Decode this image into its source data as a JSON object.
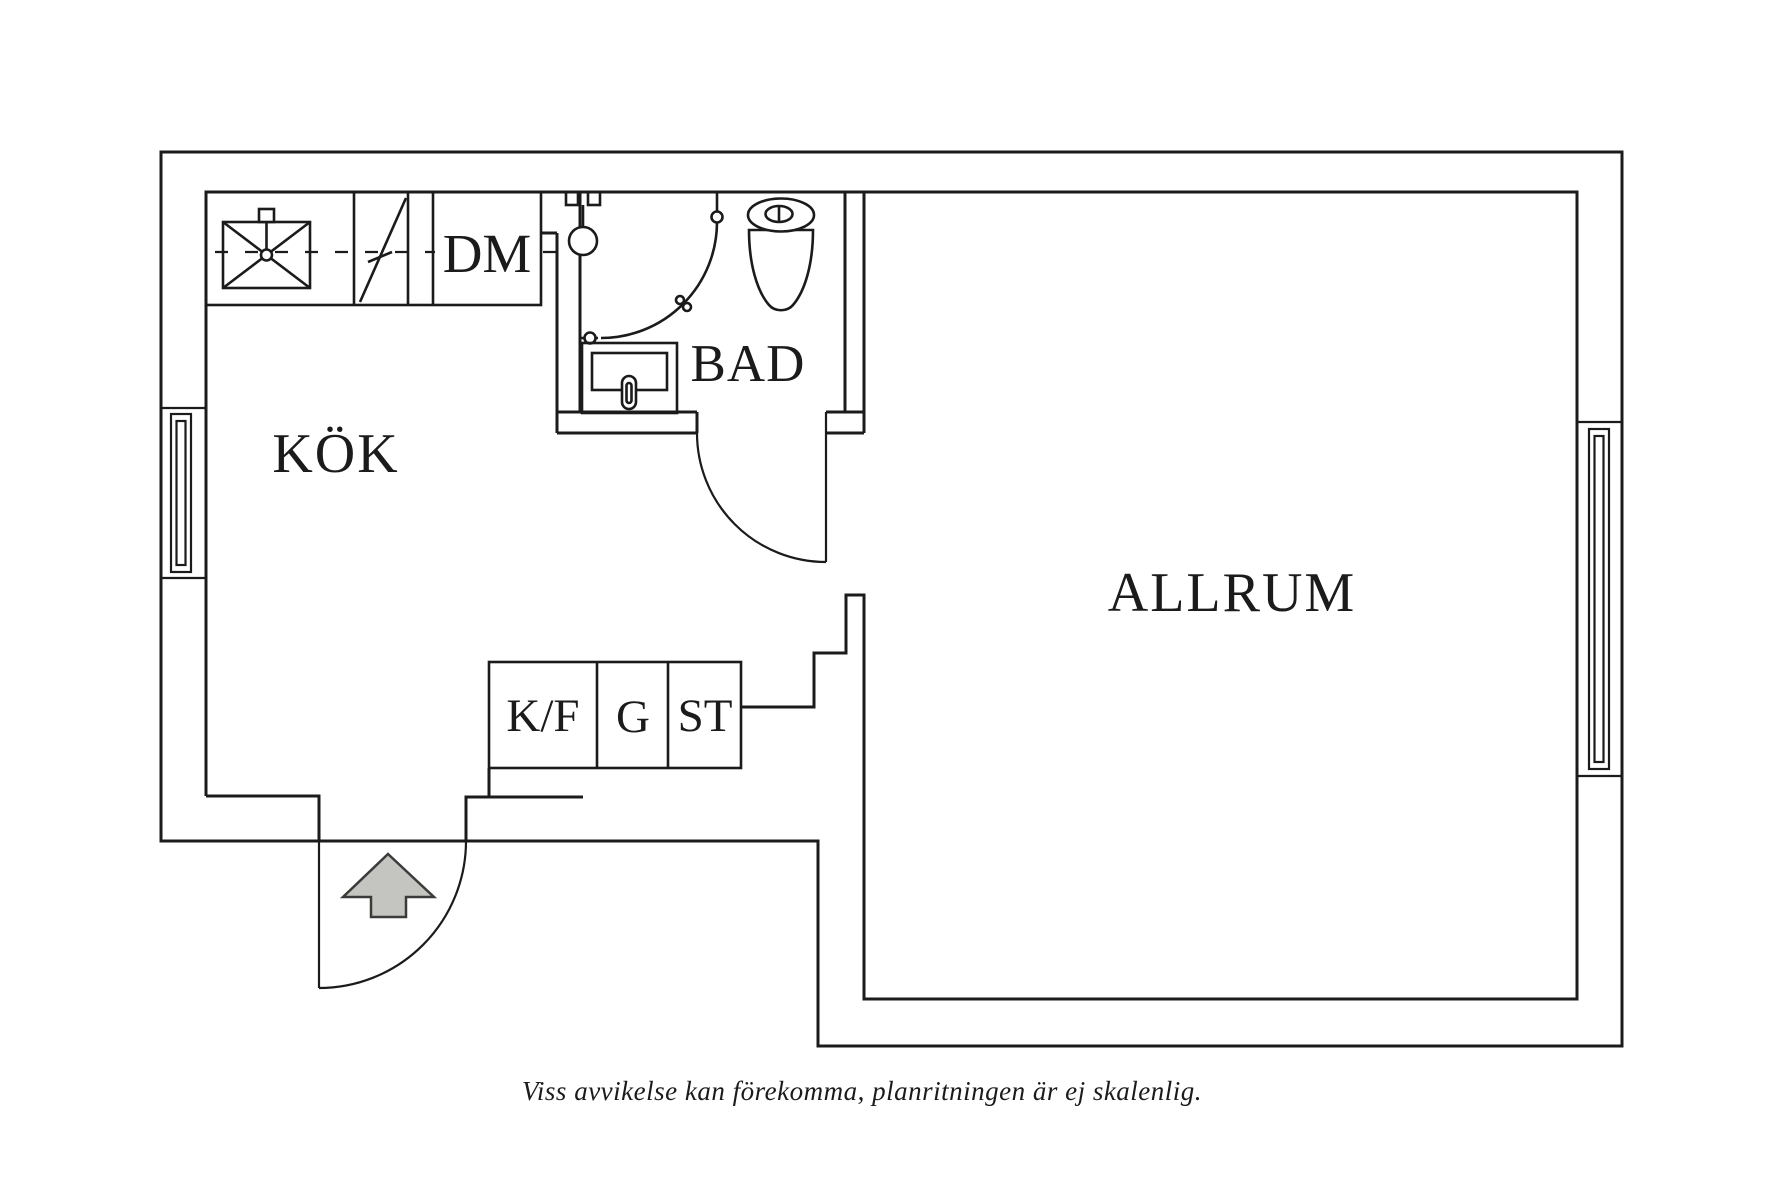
{
  "floorplan": {
    "room_labels": {
      "kitchen": "KÖK",
      "bathroom": "BAD",
      "living_room": "ALLRUM"
    },
    "fixture_labels": {
      "dishwasher": "DM",
      "fridge_freezer": "K/F",
      "cabinet": "G",
      "closet": "ST"
    },
    "caption": "Viss avvikelse kan förekomma, planritningen är ej skalenlig.",
    "icons": {
      "kitchen_sink": "kitchen-sink-icon",
      "stove": "stove-icon",
      "shower": "shower-icon",
      "toilet": "toilet-icon",
      "washbasin": "washbasin-icon",
      "entrance_arrow": "entrance-arrow-icon",
      "window_left": "window-icon",
      "window_right": "window-icon"
    },
    "colors": {
      "line": "#1b1b1b",
      "arrow_fill": "#c4c4c1",
      "arrow_outline": "#3b3b39",
      "background": "#ffffff"
    }
  }
}
